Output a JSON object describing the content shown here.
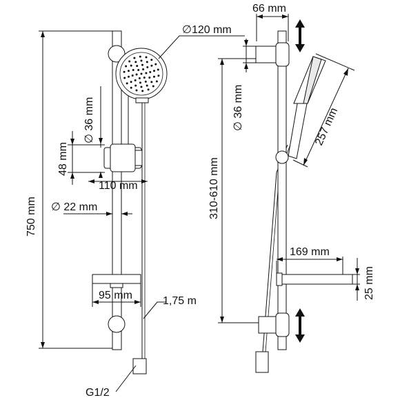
{
  "labels": {
    "diam_120": "∅120 mm",
    "diam_36_left": "∅ 36 mm",
    "dim_48": "48 mm",
    "dim_750": "750 mm",
    "dim_110": "110 mm",
    "diam_22": "∅ 22 mm",
    "dim_95": "95 mm",
    "hose_len": "1,75 m",
    "thread": "G1/2",
    "dim_66": "66 mm",
    "diam_36_right": "∅ 36 mm",
    "dim_310_610": "310-610 mm",
    "dim_257": "257 mm",
    "dim_169": "169 mm",
    "dim_25": "25 mm"
  },
  "icons": {
    "adjust_arrow_top": "double-vertical-arrow-icon",
    "adjust_arrow_bottom": "double-vertical-arrow-icon"
  },
  "colors": {
    "line": "#111111",
    "fill_light": "#e9e9e9",
    "background": "#ffffff"
  }
}
